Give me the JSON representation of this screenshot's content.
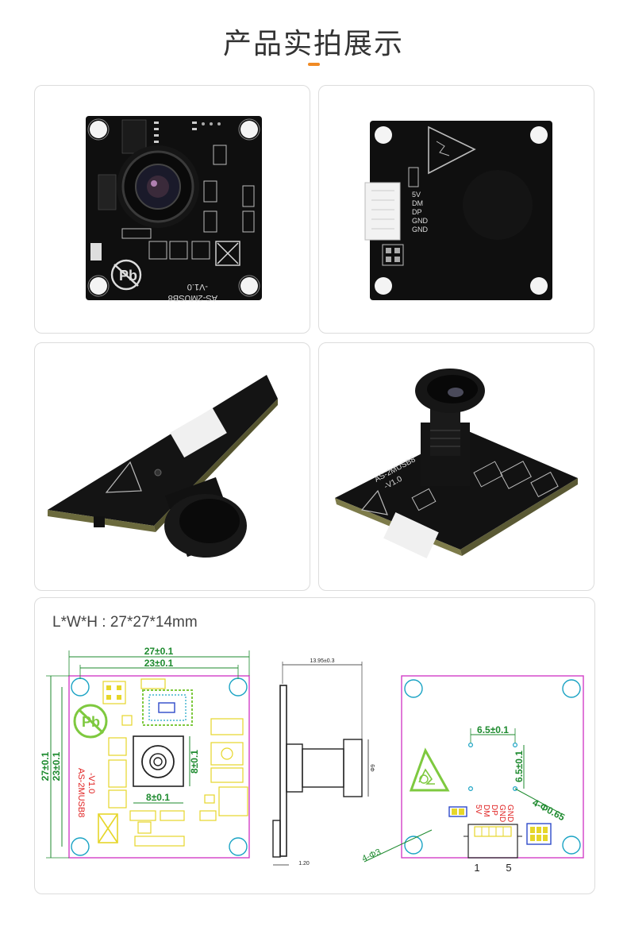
{
  "page": {
    "title": "产品实拍展示",
    "accent_color": "#f08a24"
  },
  "photos": [
    {
      "view": "front",
      "silkscreen": [
        "AS-2MUSB8",
        "-V1.0"
      ]
    },
    {
      "view": "back",
      "pin_labels": [
        "5V",
        "DM",
        "DP",
        "GND",
        "GND"
      ]
    },
    {
      "view": "angled-back"
    },
    {
      "view": "angled-front",
      "silkscreen": [
        "AS-2MUSB8",
        "-V1.0"
      ]
    }
  ],
  "drawing": {
    "dimensions_label": "L*W*H : 27*27*14mm",
    "front_view": {
      "width_outer": "27±0.1",
      "width_inner": "23±0.1",
      "height_outer": "27±0.1",
      "height_inner": "23±0.1",
      "lens_width": "8±0.1",
      "lens_height": "8±0.1",
      "silkscreen": [
        "AS-2MUSB8",
        "-V1.0"
      ]
    },
    "side_view": {
      "top_dim": "13.95±0.3",
      "lens_dim": "Φ9",
      "bottom_dim": "1.20"
    },
    "back_view": {
      "hole_spacing_h": "6.5±0.1",
      "hole_spacing_v": "6.5±0.1",
      "hole_dia_small": "4-Φ0.65",
      "hole_dia_large": "4-Φ3",
      "pin_labels": [
        "5V",
        "DM",
        "DP",
        "GND",
        "GND"
      ],
      "pin_first": "1",
      "pin_last": "5"
    }
  },
  "colors": {
    "pcb": "#0f0f0f",
    "magenta_outline": "#d23ec8",
    "green_dim": "#1d8a2e",
    "cyan_hole": "#1aa3c4",
    "red_text": "#e02020",
    "yellow_pad": "#e6d629",
    "lime_mark": "#7ec93f",
    "blue_pad": "#2d49c9",
    "card_border": "#dcdcdc"
  }
}
